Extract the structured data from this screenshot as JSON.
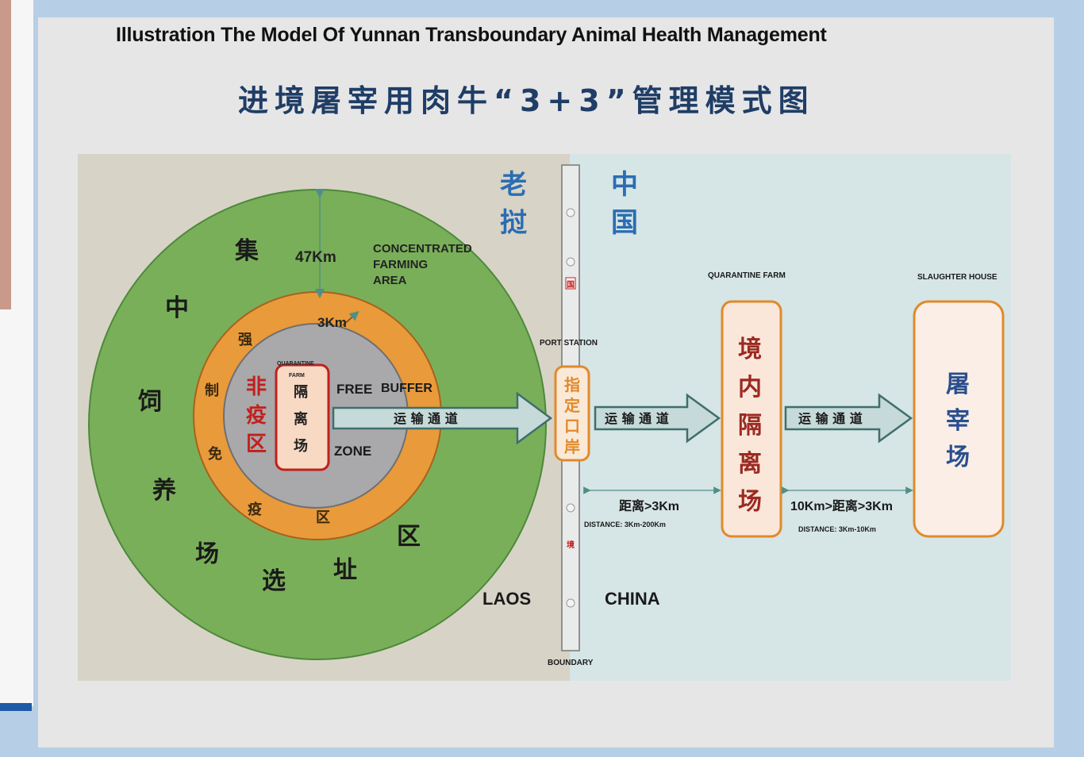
{
  "title_en": "Illustration The Model Of Yunnan Transboundary Animal Health Management",
  "title_cn": "进境屠宰用肉牛“3+3”管理模式图",
  "country_left_cn": [
    "老",
    "挝"
  ],
  "country_right_cn": [
    "中",
    "国"
  ],
  "laos_label": "LAOS",
  "china_label": "CHINA",
  "boundary_label": "BOUNDARY",
  "boundary_marks": [
    "国",
    "境"
  ],
  "concentrated_area": [
    "CONCENTRATED",
    "FARMING",
    "AREA"
  ],
  "outer_ring_chars": [
    "集",
    "中",
    "饲",
    "养",
    "场",
    "选",
    "址",
    "区"
  ],
  "distance_47": "47Km",
  "distance_3": "3Km",
  "buffer_ring_chars": [
    "强",
    "制",
    "免",
    "疫",
    "区"
  ],
  "free_zone_cn": [
    "非",
    "疫",
    "区"
  ],
  "quarantine_farm_small": [
    "QUARANTINE",
    "FARM"
  ],
  "quarantine_farm_cn": [
    "隔",
    "离",
    "场"
  ],
  "free_label": "FREE",
  "buffer_label": "BUFFER",
  "zone_label": "ZONE",
  "transport_channel": "运 输 通 道",
  "port_station": "PORT STATION",
  "designated_port": [
    "指",
    "定",
    "口",
    "岸"
  ],
  "quarantine_farm_label": "QUARANTINE FARM",
  "domestic_quarantine": [
    "境",
    "内",
    "隔",
    "离",
    "场"
  ],
  "slaughter_house_label": "SLAUGHTER HOUSE",
  "slaughter_cn": [
    "屠",
    "宰",
    "场"
  ],
  "dist1_cn": "距离>3Km",
  "dist1_en": "DISTANCE: 3Km-200Km",
  "dist2_cn": "10Km>距离>3Km",
  "dist2_en": "DISTANCE: 3Km-10Km",
  "colors": {
    "laos_bg": "#d8d3c7",
    "china_bg": "#d6e5e6",
    "outer_green": "#7aaf5a",
    "buffer_orange": "#e99a3a",
    "free_grey": "#a9a8ab",
    "quarantine_fill": "#f7d9c4",
    "red_text": "#c0201d",
    "blue_text": "#2a6db3",
    "arrow_fill": "#c5dad9"
  }
}
